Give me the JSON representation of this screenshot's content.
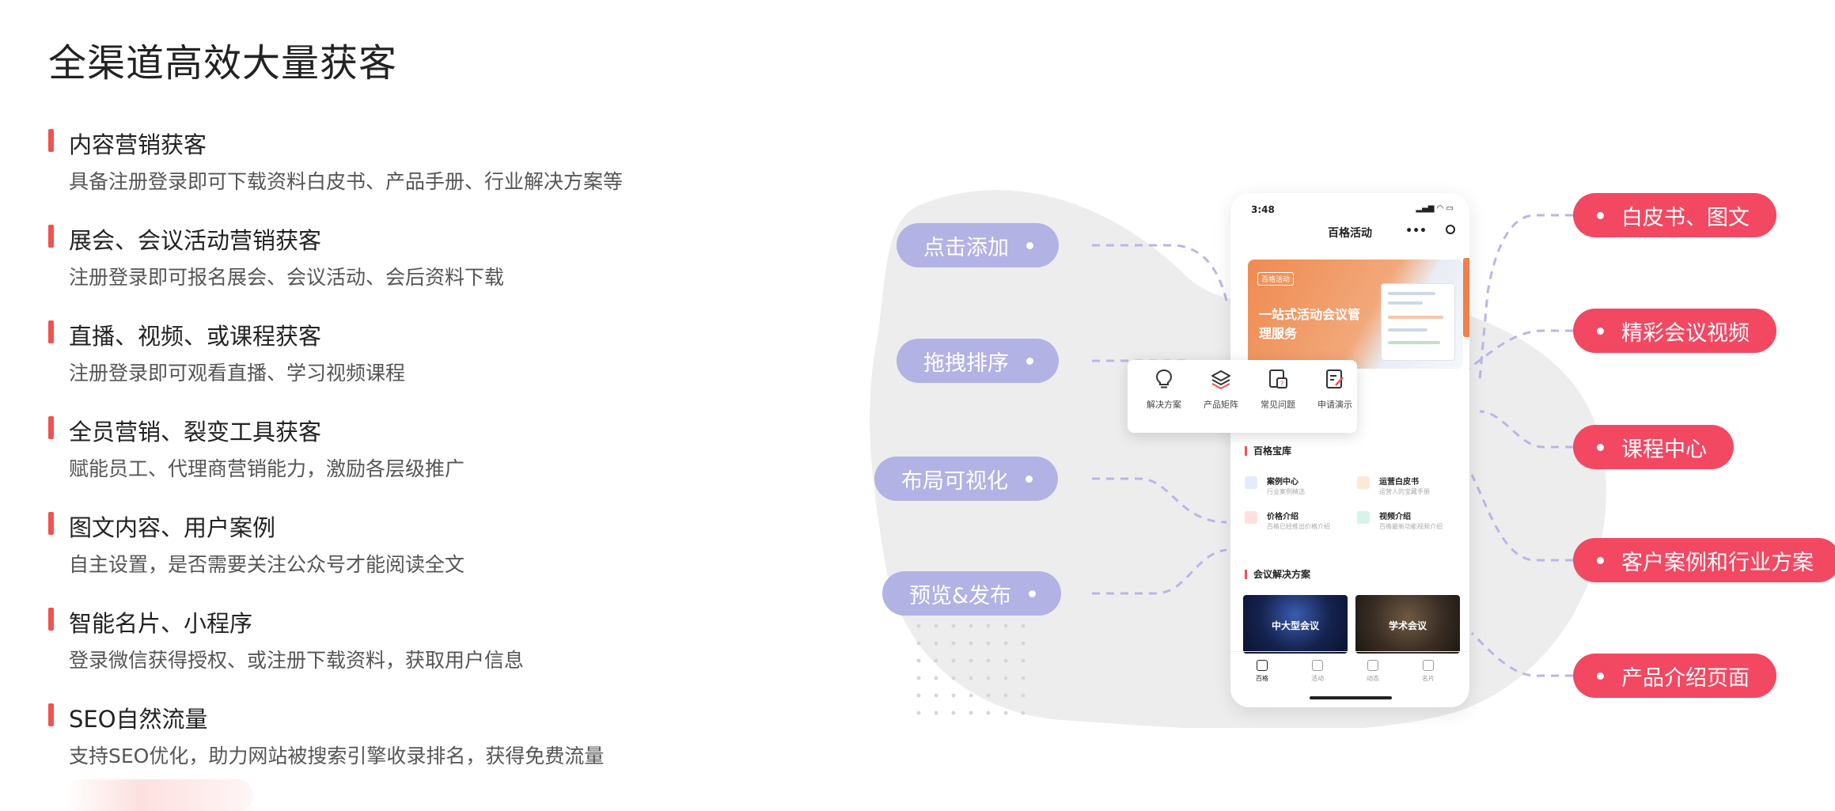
{
  "page": {
    "title": "全渠道高效大量获客"
  },
  "features": [
    {
      "title": "内容营销获客",
      "desc": "具备注册登录即可下载资料白皮书、产品手册、行业解决方案等"
    },
    {
      "title": "展会、会议活动营销获客",
      "desc": "注册登录即可报名展会、会议活动、会后资料下载"
    },
    {
      "title": "直播、视频、或课程获客",
      "desc": "注册登录即可观看直播、学习视频课程"
    },
    {
      "title": "全员营销、裂变工具获客",
      "desc": "赋能员工、代理商营销能力，激励各层级推广"
    },
    {
      "title": "图文内容、用户案例",
      "desc": "自主设置，是否需要关注公众号才能阅读全文"
    },
    {
      "title": "智能名片、小程序",
      "desc": "登录微信获得授权、或注册下载资料，获取用户信息"
    },
    {
      "title": "SEO自然流量",
      "desc": "支持SEO优化，助力网站被搜索引擎收录排名，获得免费流量"
    }
  ],
  "left_pills": [
    "点击添加",
    "拖拽排序",
    "布局可视化",
    "预览&发布"
  ],
  "right_pills": [
    "白皮书、图文",
    "精彩会议视频",
    "课程中心",
    "客户案例和行业方案",
    "产品介绍页面"
  ],
  "phone": {
    "time": "3:48",
    "status_icons": "▂▄▆ ◠ ▭",
    "app_title": "百格活动",
    "menu": "•••",
    "banner": {
      "logo": "百格活动",
      "title": "一站式活动会议管理服务"
    },
    "popup": [
      {
        "label": "解决方案",
        "icon": "lightbulb-icon"
      },
      {
        "label": "产品矩阵",
        "icon": "layers-icon"
      },
      {
        "label": "常见问题",
        "icon": "question-doc-icon"
      },
      {
        "label": "申请演示",
        "icon": "edit-doc-icon"
      }
    ],
    "library_title": "百格宝库",
    "library": [
      {
        "title": "案例中心",
        "sub": "行业案例精选",
        "color": "#5b8ff9",
        "icon": "bookmark-icon"
      },
      {
        "title": "运营白皮书",
        "sub": "运营人的宝藏手册",
        "color": "#f5a25d",
        "icon": "book-icon"
      },
      {
        "title": "价格介绍",
        "sub": "百格已经推出价格介绍",
        "color": "#f0524f",
        "icon": "price-tag-icon"
      },
      {
        "title": "视频介绍",
        "sub": "百格最新功能视频介绍",
        "color": "#3cc3a8",
        "icon": "video-icon"
      }
    ],
    "solutions_title": "会议解决方案",
    "solutions": [
      "中大型会议",
      "学术会议"
    ],
    "tabs": [
      "百格",
      "活动",
      "动态",
      "名片"
    ]
  },
  "colors": {
    "accent": "#f0524f",
    "left_pill": "#b3b2e4",
    "right_pill": "#f24862",
    "dash": "#b8b7e6",
    "blob": "#ededee"
  }
}
